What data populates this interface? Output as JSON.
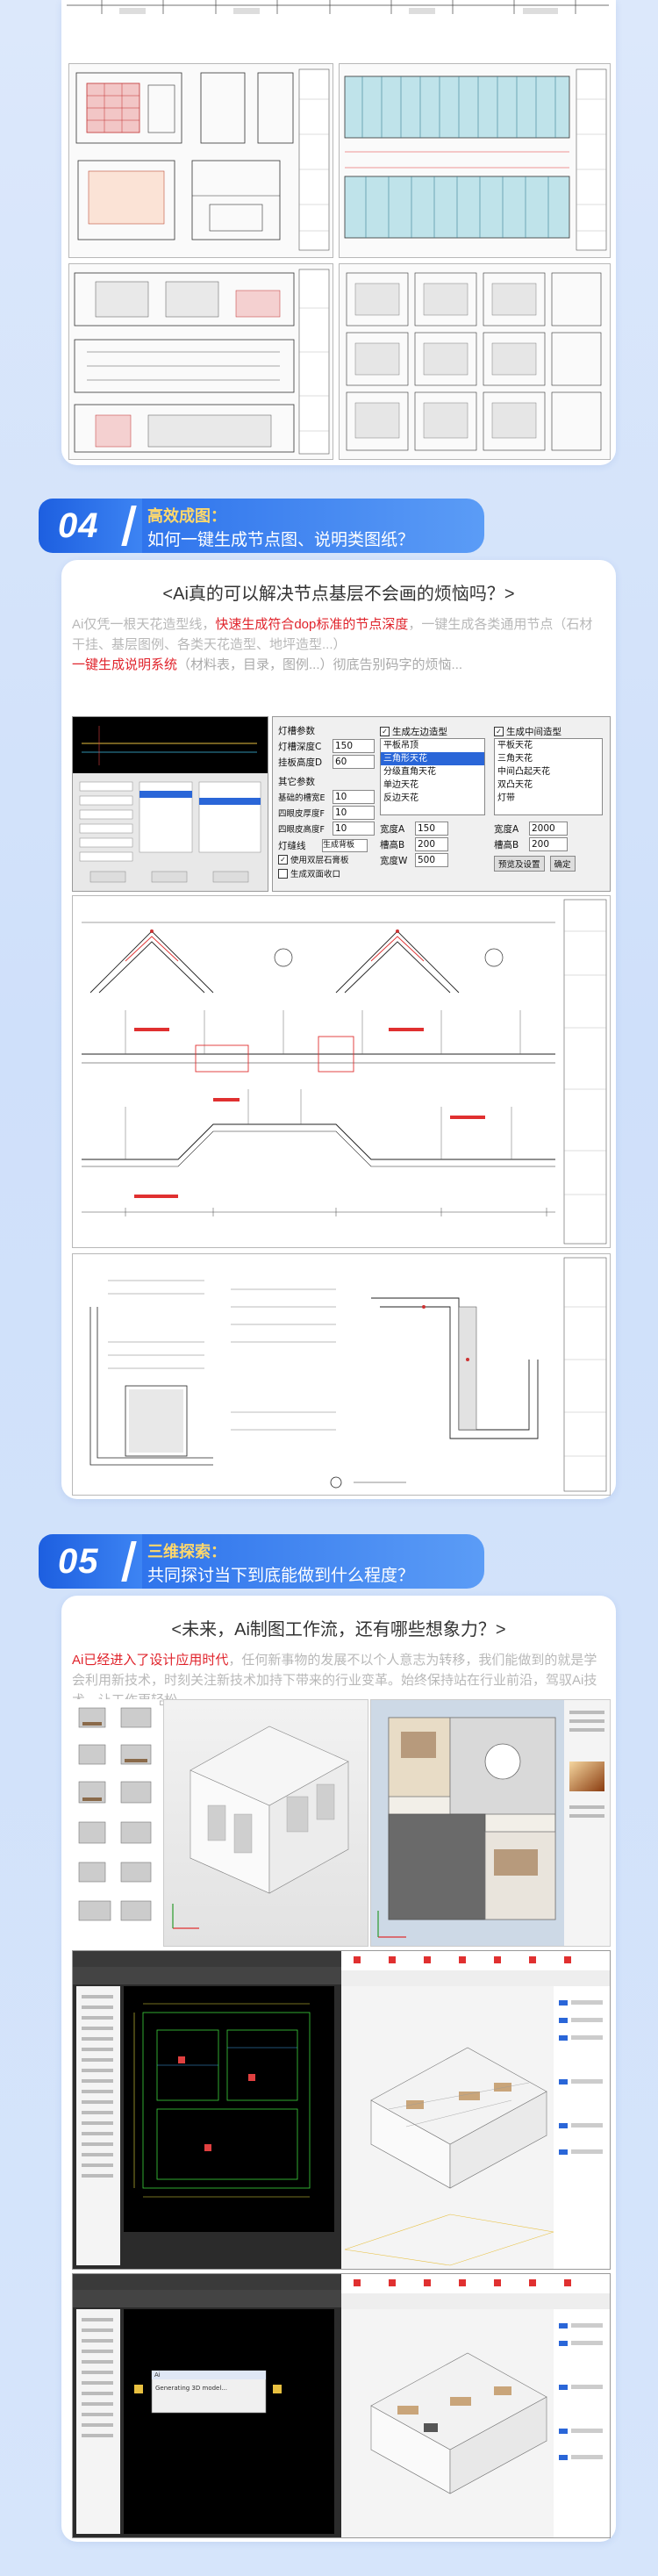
{
  "section04": {
    "number": "04",
    "title": "高效成图：",
    "subtitle": "如何一键生成节点图、说明类图纸？",
    "question": "<Ai真的可以解决节点基层不会画的烦恼吗？>",
    "para_a": "Ai仅凭一根天花造型线，",
    "para_b": "快速生成符合dop标准的节点深度",
    "para_c": "，一键生成各类通用节点（石材干挂、基层图例、各类天花造型、地坪造型...）",
    "para_d": "一键生成说明系统",
    "para_e": "（材料表，目录，图例...）彻底告别码字的烦恼..."
  },
  "section05": {
    "number": "05",
    "title": "三维探索：",
    "subtitle": "共同探讨当下到底能做到什么程度？",
    "question": "<未来，Ai制图工作流，还有哪些想象力？>",
    "para_a": "Ai已经进入了设计应用时代",
    "para_b": "，任何新事物的发展不以个人意志为转移，我们能做到的就是学会利用新技术，时刻关注新技术加持下带来的行业变革。始终保持站在行业前沿，驾驭Ai技术，让工作更轻松。"
  },
  "dialog": {
    "r1": [
      "灯槽参数",
      "灯槽深度C",
      "挂板高度D"
    ],
    "r1_vals": [
      "",
      "150",
      "60"
    ],
    "r2": [
      "其它参数",
      "基础的槽宽E",
      "四眼皮厚度F",
      "四眼皮高度F"
    ],
    "r2_vals": [
      "",
      "10",
      "10",
      "10"
    ],
    "misc": [
      "生成双面收口",
      "灯缝线",
      "生成背板",
      "使用双层石膏板"
    ],
    "chk1": "生成左边造型",
    "chk2": "生成中间造型",
    "list1": [
      "平板吊顶",
      "三角形天花",
      "分级直角天花",
      "单边天花",
      "反边天花"
    ],
    "list2": [
      "平板天花",
      "三角天花",
      "中间凸起天花",
      "双凸天花",
      "灯带"
    ],
    "fields": [
      [
        "宽度A",
        "150"
      ],
      [
        "槽高B",
        "200"
      ],
      [
        "宽度W",
        "500"
      ]
    ],
    "fields2": [
      [
        "宽度A",
        "2000"
      ],
      [
        "槽高B",
        "200"
      ]
    ],
    "btn": "预览及设置",
    "btn2": "确定"
  },
  "ui_labels": {
    "dlg_title": "Ai",
    "dlg_msg": "Generating 3D model..."
  }
}
